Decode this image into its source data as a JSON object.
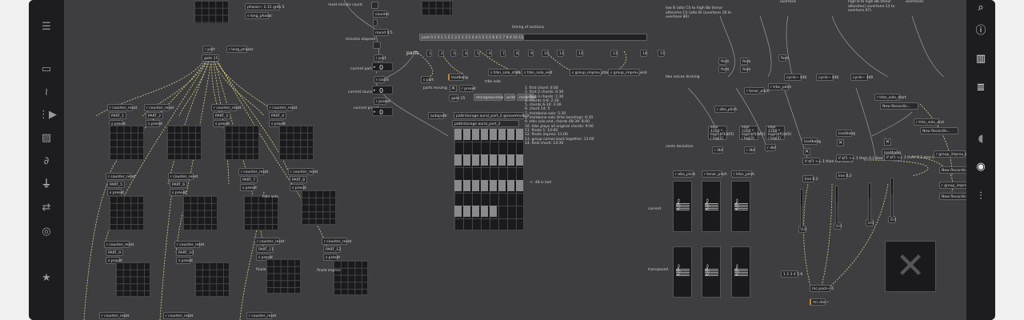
{
  "sidebar_left": {
    "icons": [
      "menu-icon",
      "presentation-icon",
      "waveform-icon",
      "clip-icon",
      "image-icon",
      "paperclip-icon",
      "plug-icon",
      "loop-icon",
      "instagram-icon",
      "star-icon"
    ]
  },
  "sidebar_right": {
    "icons": [
      "search-icon",
      "info-icon",
      "book-icon",
      "list-icon",
      "chat-icon",
      "camera-icon",
      "sliders-icon"
    ]
  },
  "top": {
    "phasor": "phasor~ 2.15 @lfo 5",
    "long_phasor": "s long_phasor",
    "reset_minute": "reset minute count",
    "counter": "counter",
    "round": "round 0.5",
    "timing_sections": "timing of sections",
    "minutes_elapsed": "minutes elapsed",
    "past": "past 0.5 0 1 1.5 2 2.5 3 3.5 4 4.5 5 5.5 6 6.5 7 8 9 10 11 12 13 14 15 @nofinal 1",
    "parts_label": "parts",
    "parts_numbers": [
      "1",
      "2",
      "3",
      "4",
      "5",
      "6",
      "7",
      "8",
      "9",
      "10",
      "11",
      "12",
      "13",
      "14",
      "15"
    ],
    "current_part": "current part",
    "current_round": "current round",
    "current_preset": "current preset",
    "part_val": "0",
    "round_val": "0",
    "preset_val": "0",
    "r_part": "r part",
    "r_count": "r count",
    "r_preset": "r preset",
    "s_part": "s part",
    "r_long_phasor": "r long_phasor",
    "gate": "gate 15",
    "trbn_solo_start": "s trbn_solo_start",
    "trbn_solo_end": "s trbn_solo_end",
    "group_improv_start": "s group_improv_start",
    "group_improv_end": "s group_improv_end",
    "trbn_solo": "trbn solo",
    "loadbang": "loadbang",
    "parts_moving": "parts moving",
    "r_preset2": "r preset",
    "storagewindow": "storagewindow",
    "write": "write",
    "renumber": "renumber",
    "autopattr": "autopattr",
    "pattrstorage": "pattrstorage aural_part_2 @savemode 0",
    "pattrstorage_short": "pattrstorage",
    "pattrstorage2": "pattrstorage aural_part_2",
    "last_label": "<- 48 is last"
  },
  "sections": [
    "1. first chord: 0:00",
    "2. first 2 chords: 0:30",
    "3. first 3 chords: 1:30",
    "4. chords 4-6: 2:30",
    "5. chords 6-14: 3:30",
    "6. chord 14: 5",
    "7. trombone solo: 5:30",
    "8. trombone solo (trbn bending): 6:30",
    "9. trbn solo end, chords 48-39: 8:00",
    "10. trbn plays all original chords: 9:00",
    "11. finale 1: 10:00",
    "12. finale improv: 11:00",
    "13. group comes back together: 13:00",
    "14. final chord: 14:30"
  ],
  "presets": {
    "counter_reset": "r counter_reset",
    "part_labels": [
      "PART_1",
      "PART_2",
      "PART_3",
      "PART_4",
      "PART_5",
      "PART_6",
      "PART_7",
      "PART_8",
      "PART_9",
      "PART_10",
      "PART_11",
      "PART_12"
    ],
    "preset_label": "s preset",
    "trbn_solo": "trbn solo",
    "finale": "finale",
    "finale_improv": "finale improv"
  },
  "right": {
    "note_low_b": "low B (alto Cl) to high Bb (tenor altissimo Cl) (alto B) (overtone 18 to overtone 80)",
    "note_overtone": "overtone",
    "note_high": "high B to high Bb (tenor altissimo) (overtone 13 to overtone 67)",
    "note_overtones": "overtones",
    "two_voices": "two voices droning",
    "cents_deviation": "cents deviation",
    "expr1": "expr 1200 * log2($f1/$f2) / log(2)",
    "ftom": "ftom",
    "trbn_pitch": "r trbn_pitch",
    "alto_pitch": "r alto_pitch",
    "tenor_pitch": "r tenor_pitch",
    "cycle": "cycle~ 440",
    "current": "current",
    "transposed": "transposed",
    "dbf": "r dbf",
    "loadbang": "loadbang",
    "if_expr": "if $f1 >= 1 then 0.2 else 0",
    "line": "line 0.2",
    "dac": "mc.dac~",
    "mc_pack": "mc.pack~ 6",
    "dac_channels": "1 2 3 4 5 6",
    "recording": "New Recordin...",
    "trbn_solo_start": "r trbn_solo_start",
    "trbn_solo_end": "r trbn_solo_end",
    "group_improv_start": "r group_improv_start",
    "group_improv_end": "r group_improv_end",
    "gain_val": "0.0",
    "btn_stop": "×"
  }
}
